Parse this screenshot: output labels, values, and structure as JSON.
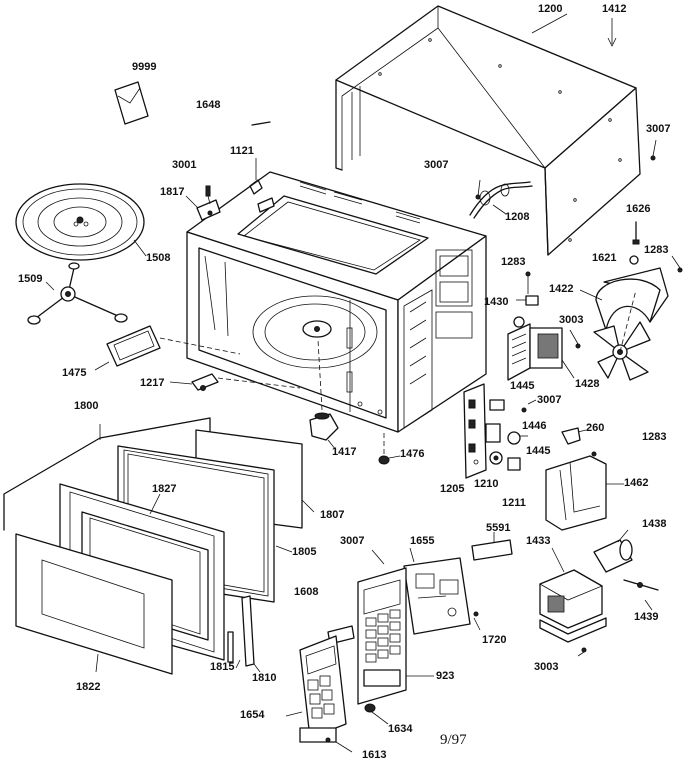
{
  "parts": [
    {
      "id": "part-1200",
      "label": "1200"
    },
    {
      "id": "part-1412",
      "label": "1412"
    },
    {
      "id": "part-9999",
      "label": "9999"
    },
    {
      "id": "part-1648",
      "label": "1648"
    },
    {
      "id": "part-3007-a",
      "label": "3007"
    },
    {
      "id": "part-3001",
      "label": "3001"
    },
    {
      "id": "part-1121",
      "label": "1121"
    },
    {
      "id": "part-3007-b",
      "label": "3007"
    },
    {
      "id": "part-1817",
      "label": "1817"
    },
    {
      "id": "part-1208",
      "label": "1208"
    },
    {
      "id": "part-1626",
      "label": "1626"
    },
    {
      "id": "part-1508",
      "label": "1508"
    },
    {
      "id": "part-1621",
      "label": "1621"
    },
    {
      "id": "part-1283-a",
      "label": "1283"
    },
    {
      "id": "part-1283-b",
      "label": "1283"
    },
    {
      "id": "part-1509",
      "label": "1509"
    },
    {
      "id": "part-1422",
      "label": "1422"
    },
    {
      "id": "part-1430",
      "label": "1430"
    },
    {
      "id": "part-3003-a",
      "label": "3003"
    },
    {
      "id": "part-1475",
      "label": "1475"
    },
    {
      "id": "part-1428",
      "label": "1428"
    },
    {
      "id": "part-1217",
      "label": "1217"
    },
    {
      "id": "part-1445-a",
      "label": "1445"
    },
    {
      "id": "part-3007-c",
      "label": "3007"
    },
    {
      "id": "part-1800",
      "label": "1800"
    },
    {
      "id": "part-1446",
      "label": "1446"
    },
    {
      "id": "part-260",
      "label": "260"
    },
    {
      "id": "part-1283-c",
      "label": "1283"
    },
    {
      "id": "part-1417",
      "label": "1417"
    },
    {
      "id": "part-1476",
      "label": "1476"
    },
    {
      "id": "part-1445-b",
      "label": "1445"
    },
    {
      "id": "part-1462",
      "label": "1462"
    },
    {
      "id": "part-1827",
      "label": "1827"
    },
    {
      "id": "part-1205",
      "label": "1205"
    },
    {
      "id": "part-1210",
      "label": "1210"
    },
    {
      "id": "part-1211",
      "label": "1211"
    },
    {
      "id": "part-1807",
      "label": "1807"
    },
    {
      "id": "part-1438",
      "label": "1438"
    },
    {
      "id": "part-5591",
      "label": "5591"
    },
    {
      "id": "part-3007-d",
      "label": "3007"
    },
    {
      "id": "part-1655",
      "label": "1655"
    },
    {
      "id": "part-1433",
      "label": "1433"
    },
    {
      "id": "part-1805",
      "label": "1805"
    },
    {
      "id": "part-1608",
      "label": "1608"
    },
    {
      "id": "part-1720",
      "label": "1720"
    },
    {
      "id": "part-1439",
      "label": "1439"
    },
    {
      "id": "part-1815",
      "label": "1815"
    },
    {
      "id": "part-1810",
      "label": "1810"
    },
    {
      "id": "part-923",
      "label": "923"
    },
    {
      "id": "part-3003-b",
      "label": "3003"
    },
    {
      "id": "part-1822",
      "label": "1822"
    },
    {
      "id": "part-1654",
      "label": "1654"
    },
    {
      "id": "part-1634",
      "label": "1634"
    },
    {
      "id": "part-1613",
      "label": "1613"
    }
  ],
  "footer": {
    "date_code": "9/97"
  }
}
